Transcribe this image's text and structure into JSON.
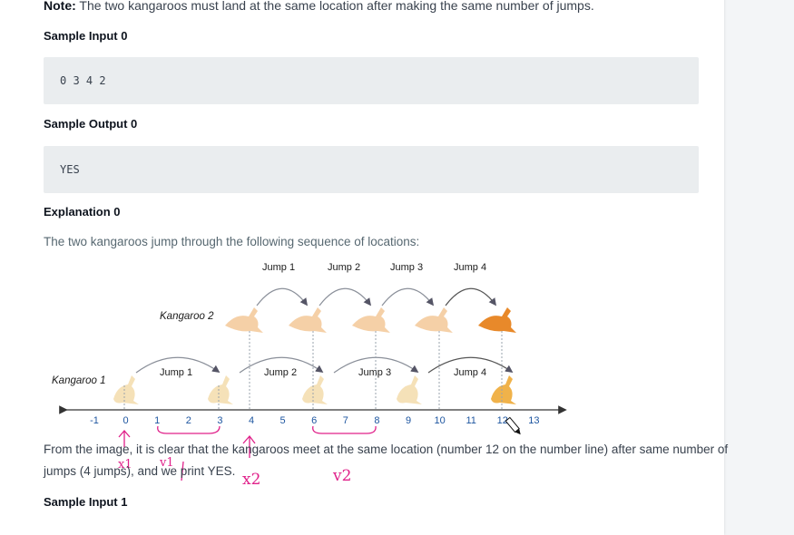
{
  "note": {
    "label": "Note:",
    "text": " The two kangaroos must land at the same location after making the same number of jumps."
  },
  "sample_input_0": {
    "heading": "Sample Input 0",
    "code": "0 3 4 2"
  },
  "sample_output_0": {
    "heading": "Sample Output 0",
    "code": "YES"
  },
  "explanation_0": {
    "heading": "Explanation 0",
    "intro": "The two kangaroos jump through the following sequence of locations:",
    "line1": "From the image, it is clear that the kangaroos meet at the same location (number 12 on the number line) after same number of",
    "line2": "jumps (4 jumps), and we print YES."
  },
  "diagram": {
    "kangaroo1_label": "Kangaroo 1",
    "kangaroo2_label": "Kangaroo 2",
    "top_jumps": [
      "Jump 1",
      "Jump 2",
      "Jump 3",
      "Jump 4"
    ],
    "bottom_jumps": [
      "Jump 1",
      "Jump 2",
      "Jump 3",
      "Jump 4"
    ],
    "ticks": [
      "-1",
      "0",
      "1",
      "2",
      "3",
      "4",
      "5",
      "6",
      "7",
      "8",
      "9",
      "10",
      "11",
      "12",
      "13"
    ],
    "kangaroo1_color": "#f3d9a6",
    "kangaroo2_color": "#f2c08a",
    "kangaroo2_final_color": "#e8892a",
    "tick_color": "#1e56a0"
  },
  "handwriting": {
    "x1": "x1",
    "v1": "v1",
    "x2": "x2",
    "v2": "v2",
    "color": "#e0218a"
  },
  "sample_input_1": {
    "heading": "Sample Input 1"
  }
}
